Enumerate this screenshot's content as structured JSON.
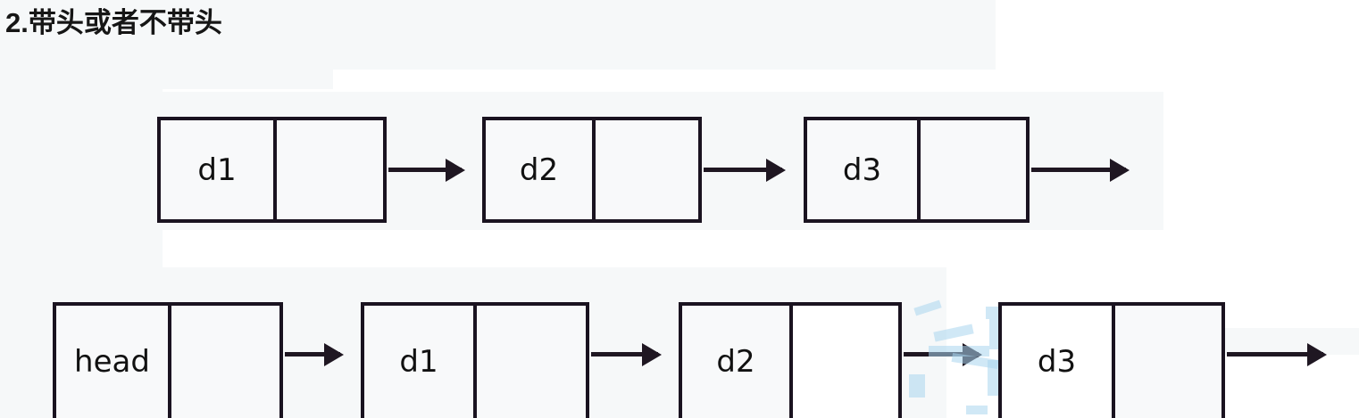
{
  "title": "2.带头或者不带头",
  "colors": {
    "stroke": "#1a1320",
    "node_fill": "#f8f9fa",
    "node_fill_white": "#ffffff",
    "text": "#111111",
    "page_background": "#ffffff",
    "tint_block": "#f6f8f9",
    "artifact_blue": "#a9d6ee"
  },
  "diagram": {
    "rows": [
      {
        "id": "list-without-head",
        "nodes": [
          {
            "label": "d1",
            "pointer": ""
          },
          {
            "label": "d2",
            "pointer": ""
          },
          {
            "label": "d3",
            "pointer": ""
          }
        ],
        "arrow_count": 3,
        "trailing_arrow": true
      },
      {
        "id": "list-with-head",
        "nodes": [
          {
            "label": "head",
            "pointer": ""
          },
          {
            "label": "d1",
            "pointer": ""
          },
          {
            "label": "d2",
            "pointer": ""
          },
          {
            "label": "d3",
            "pointer": ""
          }
        ],
        "arrow_count": 4,
        "trailing_arrow": true
      }
    ]
  }
}
